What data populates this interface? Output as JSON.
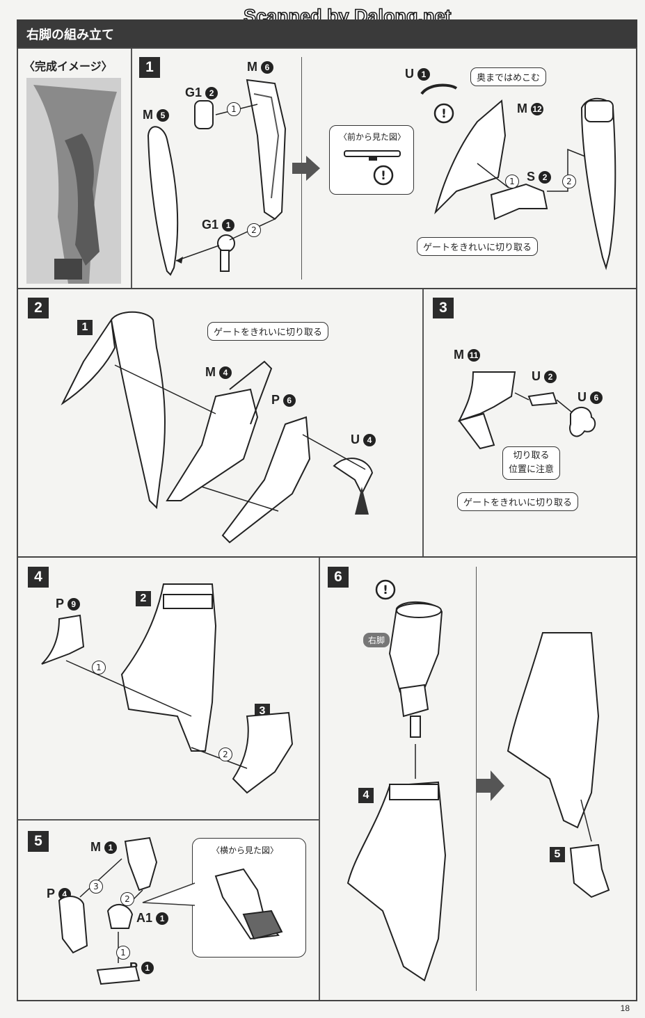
{
  "watermark": "Scanned by Dalong.net",
  "header": {
    "title": "右脚の組み立て"
  },
  "completed_image": {
    "label": "〈完成イメージ〉"
  },
  "steps": {
    "s1": "1",
    "s2": "2",
    "s3": "3",
    "s4": "4",
    "s5": "5",
    "s6": "6"
  },
  "step1": {
    "parts": {
      "m6": "M",
      "m6_num": "6",
      "g12": "G1",
      "g12_num": "2",
      "m5": "M",
      "m5_num": "5",
      "g11": "G1",
      "g11_num": "1",
      "u1": "U",
      "u1_num": "1",
      "m12": "M",
      "m12_num": "12",
      "s2": "S",
      "s2_num": "2"
    },
    "callouts": {
      "push": "奥まではめこむ",
      "front_view": "〈前から見た図〉",
      "gate": "ゲートをきれいに切り取る"
    },
    "seq": {
      "a": "1",
      "b": "2",
      "c": "1",
      "d": "2"
    }
  },
  "step2": {
    "sub": "1",
    "parts": {
      "m4": "M",
      "m4_num": "4",
      "p6": "P",
      "p6_num": "6",
      "u4": "U",
      "u4_num": "4"
    },
    "gate": "ゲートをきれいに切り取る"
  },
  "step3": {
    "parts": {
      "m11": "M",
      "m11_num": "11",
      "u2": "U",
      "u2_num": "2",
      "u6": "U",
      "u6_num": "6"
    },
    "cut_note_1": "切り取る",
    "cut_note_2": "位置に注意",
    "gate": "ゲートをきれいに切り取る"
  },
  "step4": {
    "parts": {
      "p9": "P",
      "p9_num": "9"
    },
    "sub_a": "2",
    "sub_b": "3",
    "seq": {
      "a": "1",
      "b": "2"
    }
  },
  "step5": {
    "parts": {
      "m1": "M",
      "m1_num": "1",
      "p4": "P",
      "p4_num": "4",
      "a11": "A1",
      "a11_num": "1",
      "p1": "P",
      "p1_num": "1"
    },
    "side_view": "〈横から見た図〉",
    "seq": {
      "a": "3",
      "b": "2",
      "c": "1"
    }
  },
  "step6": {
    "right_leg": "右脚",
    "sub_a": "4",
    "sub_b": "5"
  },
  "page_number": "18"
}
